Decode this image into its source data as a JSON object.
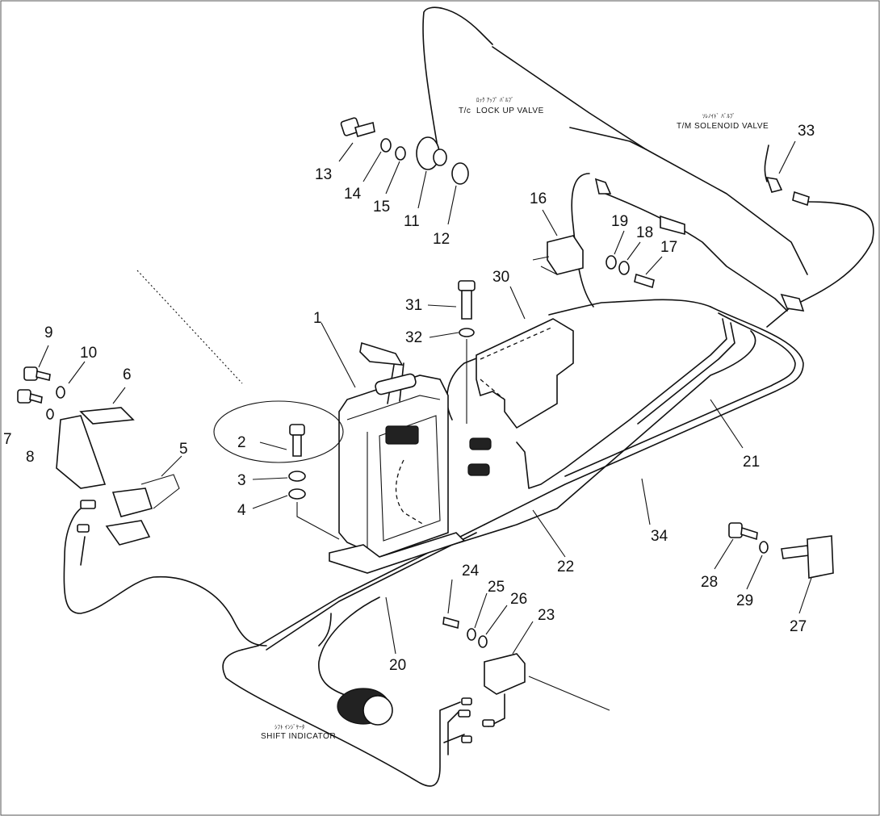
{
  "diagram": {
    "captions": {
      "lockup_small": "ﾛｯｸ ｱｯﾌﾟ ﾊﾞﾙﾌﾞ",
      "lockup_prefix": "T/c",
      "lockup_valve": "LOCK UP  VALVE",
      "solenoid_small": "ｿﾚﾉｲﾄﾞ ﾊﾞﾙﾌﾞ",
      "solenoid_prefix": "T/M",
      "solenoid_valve": "SOLENOID VALVE",
      "shift_small": "ｼﾌﾄ ｲﾝｼﾞｹｰﾀ",
      "shift_indicator": "SHIFT INDICATOR"
    },
    "part_numbers": [
      "1",
      "2",
      "3",
      "4",
      "5",
      "6",
      "7",
      "8",
      "9",
      "10",
      "11",
      "12",
      "13",
      "14",
      "15",
      "16",
      "17",
      "18",
      "19",
      "20",
      "21",
      "22",
      "23",
      "24",
      "25",
      "26",
      "27",
      "28",
      "29",
      "30",
      "31",
      "32",
      "33",
      "34"
    ]
  }
}
